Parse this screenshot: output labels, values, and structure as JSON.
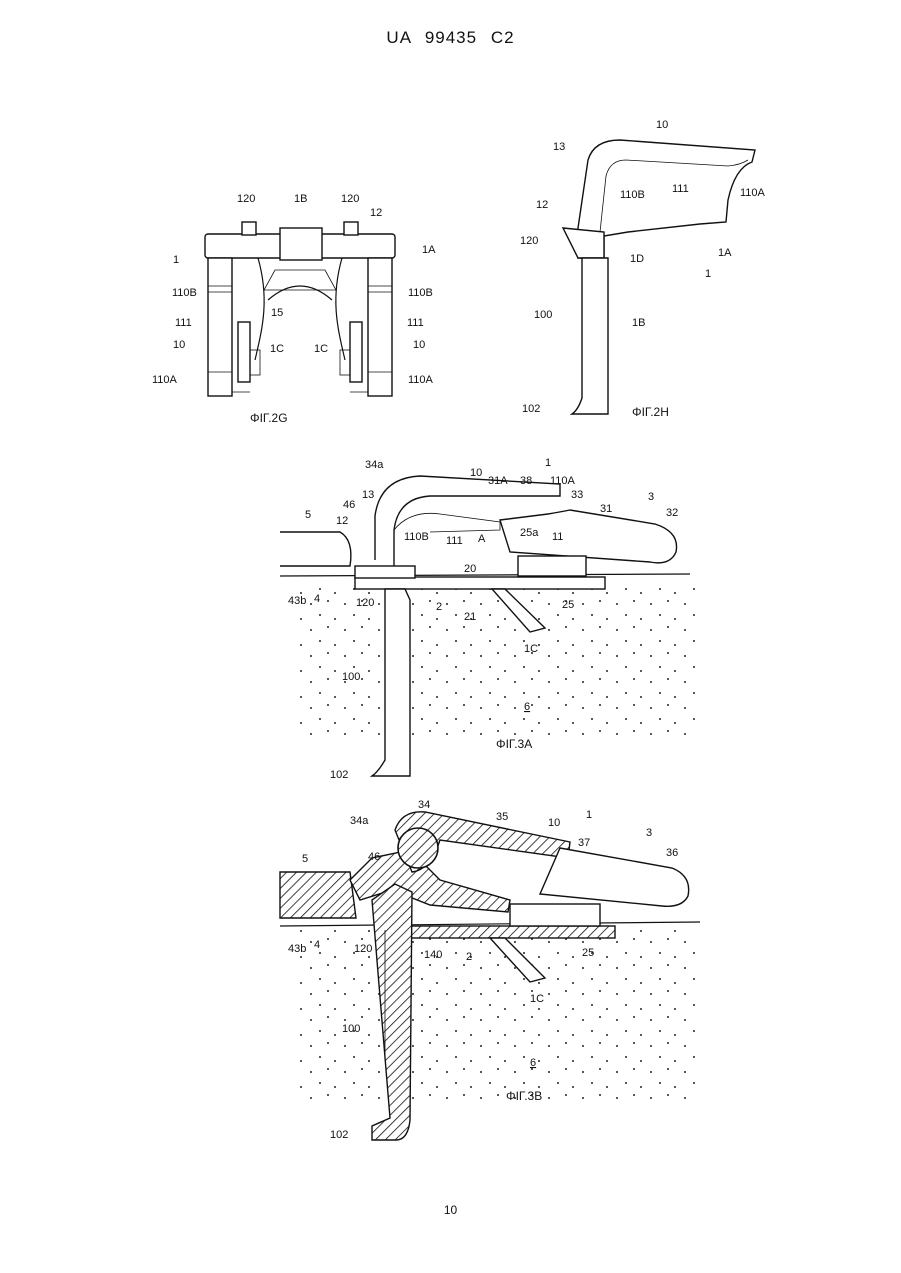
{
  "header": {
    "patent_number": "UA   99435   C2"
  },
  "page_number": "10",
  "figures": {
    "fig2g": {
      "caption": "ΦΙΓ.2G",
      "labels": {
        "l120a": "120",
        "l1b": "1B",
        "l120b": "120",
        "l12": "12",
        "l1a": "1A",
        "l1": "1",
        "l110b_l": "110B",
        "l110b_r": "110B",
        "l15": "15",
        "l111_l": "111",
        "l111_r": "111",
        "l10_l": "10",
        "l10_r": "10",
        "l1c_l": "1C",
        "l1c_r": "1C",
        "l110a_l": "110A",
        "l110a_r": "110A"
      }
    },
    "fig2h": {
      "caption": "ΦΙΓ.2H",
      "labels": {
        "l10": "10",
        "l13": "13",
        "l110b": "110B",
        "l111": "111",
        "l110a": "110A",
        "l12": "12",
        "l120": "120",
        "l1d": "1D",
        "l1a": "1A",
        "l1": "1",
        "l100": "100",
        "l1b": "1B",
        "l102": "102"
      }
    },
    "fig3a": {
      "caption": "ΦΙΓ.3A",
      "labels": {
        "l34a": "34a",
        "l10": "10",
        "l1": "1",
        "l31a": "31A",
        "l38": "38",
        "l110a": "110A",
        "l33": "33",
        "l3": "3",
        "l13": "13",
        "l46": "46",
        "l5": "5",
        "l12": "12",
        "l31": "31",
        "l32": "32",
        "l110b": "110B",
        "l111": "111",
        "lA": "A",
        "l25a": "25a",
        "l11": "11",
        "l20": "20",
        "l43b": "43b",
        "l4": "4",
        "l120": "120",
        "l2": "2",
        "l21": "21",
        "l25": "25",
        "l1c": "1C",
        "l100": "100",
        "l6": "6",
        "l102": "102"
      }
    },
    "fig3b": {
      "caption": "ΦΙΓ.3B",
      "labels": {
        "l34": "34",
        "l34a": "34a",
        "l35": "35",
        "l10": "10",
        "l1": "1",
        "l37": "37",
        "l3": "3",
        "l36": "36",
        "l5": "5",
        "l46": "46",
        "l43b": "43b",
        "l4": "4",
        "l120": "120",
        "l140": "140",
        "l2": "2",
        "l25": "25",
        "l1c": "1C",
        "l100": "100",
        "l6": "6",
        "l102": "102"
      }
    }
  }
}
